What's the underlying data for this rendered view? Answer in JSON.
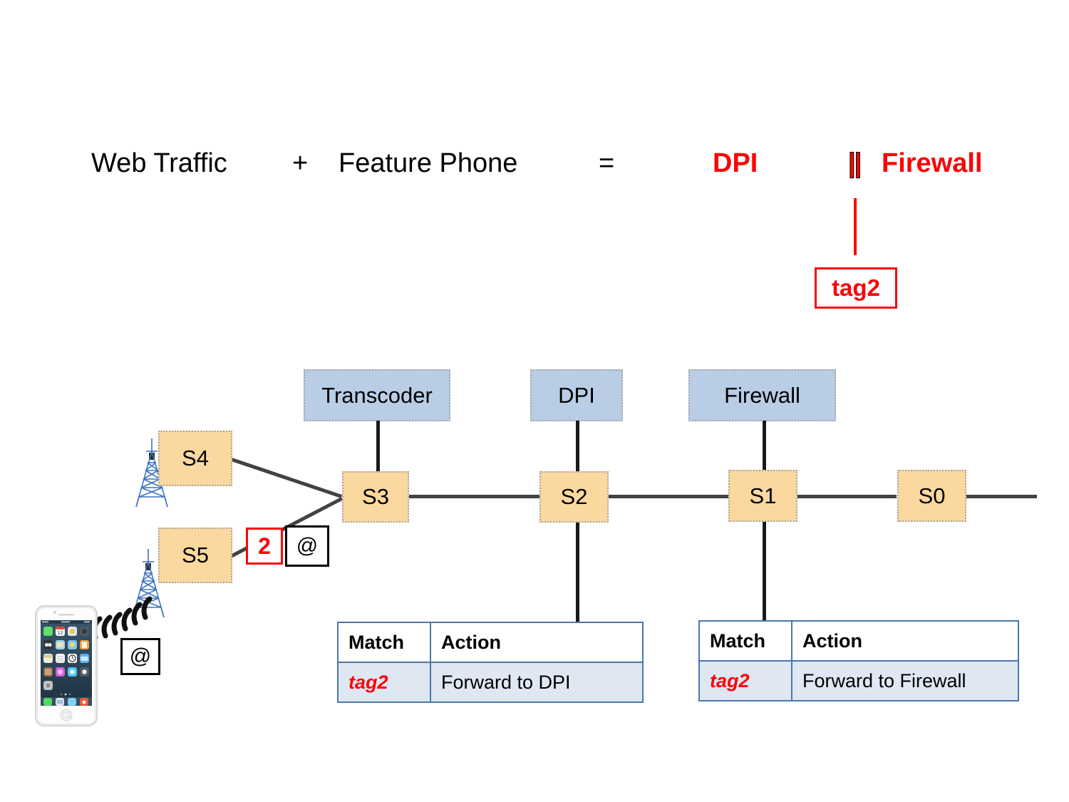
{
  "equation": {
    "terms": [
      {
        "text": "Web Traffic",
        "color": "black"
      },
      {
        "text": "+",
        "color": "black"
      },
      {
        "text": "Feature Phone",
        "color": "black"
      },
      {
        "text": "=",
        "color": "black"
      },
      {
        "text": "DPI",
        "color": "red"
      },
      {
        "text": "||",
        "color": "red"
      },
      {
        "text": "Firewall",
        "color": "red"
      }
    ]
  },
  "tag_callout": {
    "label": "tag2"
  },
  "middleboxes": [
    {
      "label": "Transcoder"
    },
    {
      "label": "DPI"
    },
    {
      "label": "Firewall"
    }
  ],
  "switches": [
    {
      "label": "S4"
    },
    {
      "label": "S5"
    },
    {
      "label": "S3"
    },
    {
      "label": "S2"
    },
    {
      "label": "S1"
    },
    {
      "label": "S0"
    }
  ],
  "markers": {
    "tag_number": "2",
    "at_symbol_link": "@",
    "at_symbol_phone": "@"
  },
  "flow_tables": [
    {
      "headers": [
        "Match",
        "Action"
      ],
      "rows": [
        {
          "match": "tag2",
          "action": "Forward to DPI"
        }
      ]
    },
    {
      "headers": [
        "Match",
        "Action"
      ],
      "rows": [
        {
          "match": "tag2",
          "action": "Forward to Firewall"
        }
      ]
    }
  ],
  "colors": {
    "switch_fill": "#fbd8a0",
    "middlebox_fill": "#b9cde5",
    "accent_red": "#fb0407",
    "table_border": "#4a77ac",
    "table_row_fill": "#dee7f2",
    "tower_blue": "#3f74c0"
  }
}
